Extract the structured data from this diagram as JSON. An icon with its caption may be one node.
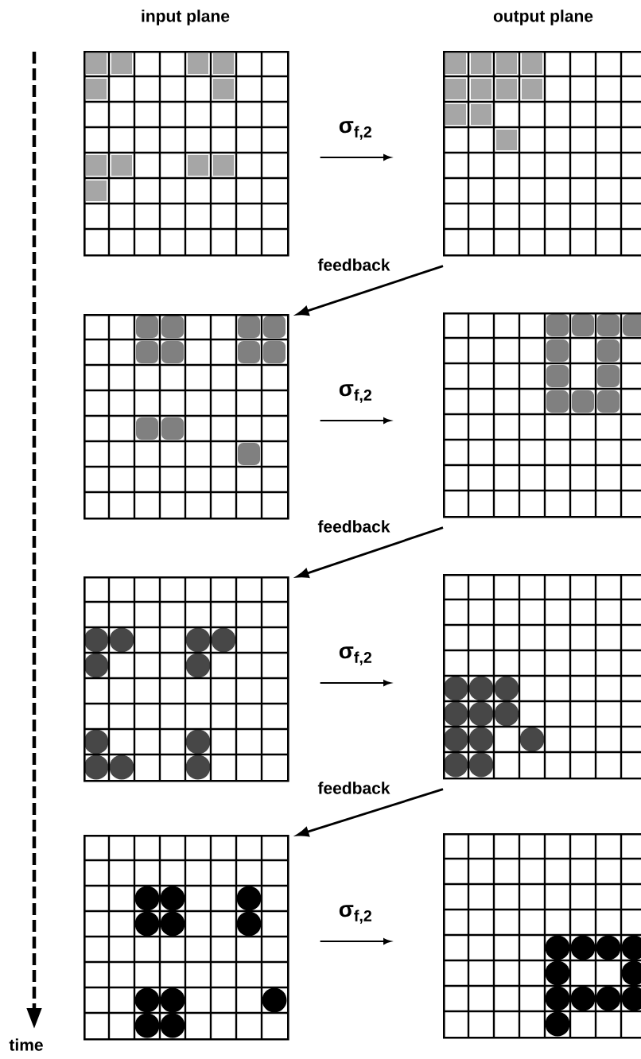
{
  "diagram": {
    "nodes": [
      {
        "text": [],
        "shape": "grid"
      },
      {
        "text": [],
        "shape": "grid"
      },
      {
        "text": [],
        "shape": "grid"
      },
      {
        "text": [],
        "shape": "grid"
      },
      {
        "text": [],
        "shape": "grid"
      },
      {
        "text": [],
        "shape": "grid"
      },
      {
        "text": [],
        "shape": "grid"
      },
      {
        "text": [],
        "shape": "grid"
      }
    ],
    "edges": [
      {
        "from": 0,
        "to": 1,
        "arrow": "to",
        "label": "σ$_{f,2}$"
      },
      {
        "from": 1,
        "to": 2,
        "arrow": "to",
        "label": "feedback"
      },
      {
        "from": 2,
        "to": 3,
        "arrow": "to",
        "label": "σ$_{f,2}$"
      },
      {
        "from": 3,
        "to": 4,
        "arrow": "to",
        "label": "feedback"
      },
      {
        "from": 4,
        "to": 5,
        "arrow": "to",
        "label": "σ$_{f,2}$"
      },
      {
        "from": 5,
        "to": 6,
        "arrow": "to",
        "label": "feedback"
      },
      {
        "from": 6,
        "to": 7,
        "arrow": "to",
        "label": "σ$_{f,2}$"
      }
    ],
    "labels": [
      "input plane",
      "output plane",
      "time"
    ]
  }
}
